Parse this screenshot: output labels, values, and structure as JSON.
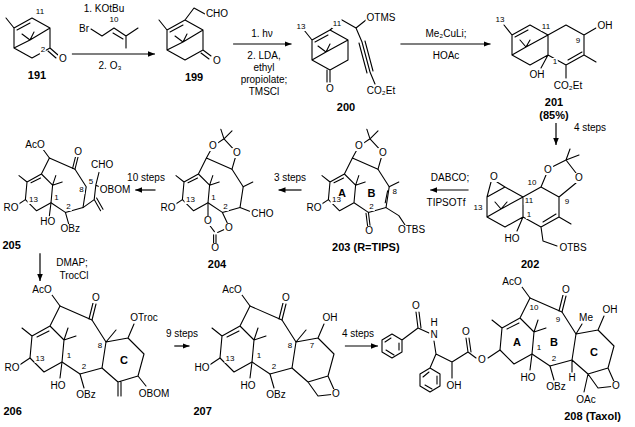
{
  "diagram": {
    "nodes": [
      {
        "text": [
          "191"
        ]
      },
      {
        "text": [
          "199"
        ]
      },
      {
        "text": [
          "200"
        ]
      },
      {
        "text": [
          "201",
          "(85%)"
        ]
      },
      {
        "text": [
          "202"
        ]
      },
      {
        "text": [
          "203 (R=TIPS)"
        ]
      },
      {
        "text": [
          "204"
        ]
      },
      {
        "text": [
          "205"
        ]
      },
      {
        "text": [
          "206"
        ]
      },
      {
        "text": [
          "207"
        ]
      },
      {
        "text": [
          "208 (Taxol)"
        ]
      }
    ],
    "edges": [
      {
        "from": 0,
        "to": 1,
        "arrow": "to"
      },
      {
        "from": 1,
        "to": 2,
        "arrow": "to"
      },
      {
        "from": 2,
        "to": 3,
        "arrow": "to"
      },
      {
        "from": 3,
        "to": 4,
        "arrow": "to"
      },
      {
        "from": 4,
        "to": 5,
        "arrow": "to"
      },
      {
        "from": 5,
        "to": 6,
        "arrow": "to"
      },
      {
        "from": 6,
        "to": 7,
        "arrow": "to"
      },
      {
        "from": 7,
        "to": 8,
        "arrow": "to"
      },
      {
        "from": 8,
        "to": 9,
        "arrow": "to"
      },
      {
        "from": 9,
        "to": 10,
        "arrow": "to"
      }
    ],
    "labels": [
      "11",
      "2",
      "O",
      "Br",
      "10",
      "1. KOtBu",
      "2. O₃",
      "CHO",
      "O",
      "1. hν",
      "2. LDA,",
      "ethyl",
      "propiolate;",
      "TMSCl",
      "13",
      "11",
      "OTMS",
      "O",
      "CO₂Et",
      "Me₂CuLi;",
      "HOAc",
      "13",
      "11",
      "9",
      "OH",
      "1",
      "OH",
      "CO₂Et",
      "4 steps",
      "O",
      "13",
      "O",
      "O",
      "10",
      "9",
      "11",
      "1",
      "HO",
      "OTBS",
      "DABCO;",
      "TIPSOTf",
      "O",
      "O",
      "B",
      "8",
      "A",
      "2",
      "13",
      "RO",
      "O",
      "OTBS",
      "3 steps",
      "O",
      "O",
      "2",
      "RO",
      "13",
      "1",
      "O",
      "O",
      "O",
      "CHO",
      "10 steps",
      "AcO",
      "8",
      "O",
      "CHO",
      "5",
      "OBOM",
      "RO",
      "13",
      "1",
      "2",
      "HO",
      "OBz",
      "DMAP;",
      "TrocCl",
      "AcO",
      "O",
      "OTroc",
      "8",
      "C",
      "RO",
      "13",
      "1",
      "2",
      "HO",
      "OBz",
      "OBOM",
      "9 steps",
      "AcO",
      "O",
      "OH",
      "8",
      "7",
      "HO",
      "13",
      "1",
      "2",
      "HO",
      "OBz",
      "O",
      "4 steps",
      "O",
      "H",
      "N",
      "O",
      "O",
      "OH",
      "AcO",
      "10",
      "O",
      "9",
      "Me",
      "OH",
      "B",
      "C",
      "A",
      "1",
      "2",
      "H",
      "HO",
      "OBz",
      "OAc",
      "O"
    ]
  }
}
